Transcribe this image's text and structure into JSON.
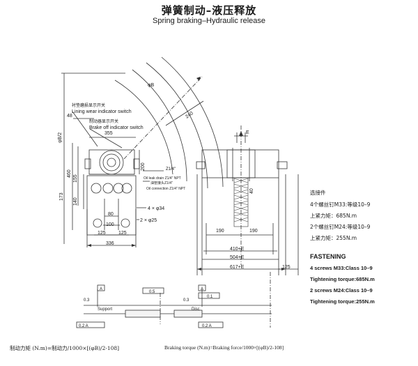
{
  "title_cn": "弹簧制动–液压释放",
  "title_en": "Spring braking–Hydraulic release",
  "left_view": {
    "lining_cn": "衬垫磨损显示开关",
    "lining_en": "Lining wear indicator switch",
    "brake_cn": "制动器显示开关",
    "brake_en": "Brake off indicator switch",
    "phiB": "φB",
    "phiB2": "φB/2",
    "d240": "240",
    "d355": "355",
    "d48": "48",
    "d200": "200",
    "d460": "460",
    "d155": "155",
    "d140": "140",
    "d173": "173",
    "d80": "80",
    "d100": "100",
    "d125a": "125",
    "d125b": "125",
    "d336": "336",
    "holes34": "4 × φ34",
    "holes25": "2 × φ25",
    "z14": "Z1/4\"",
    "oil_leak_cn": "Oil leak drain Z1/4\" NPT",
    "oil_conn_cn": "油管接头Z1/4\"",
    "oil_conn_en": "Oil connection Z1/4\" NPT"
  },
  "right_view": {
    "E": "E",
    "d40": "40",
    "d190a": "190",
    "d190b": "190",
    "d410": "410+E",
    "d504": "504+E",
    "d617": "617+E",
    "d125": "125"
  },
  "options_cn": {
    "title": "选接件",
    "line1": "4个螺丝钉M33:等级10–9",
    "line2": "上紧力矩：685N.m",
    "line3": "2个螺丝钉M24:等级10–9",
    "line4": "上紧力矩：255N.m"
  },
  "fastening": {
    "title": "FASTENING",
    "line1": "4 screws M33:Class 10–9",
    "line2": "Tightening torque:685N.m",
    "line3": "2 screws M24:Class 10–9",
    "line4": "Tightening torque:255N.m"
  },
  "tolerance": {
    "box1": "0.5",
    "box2": "0.1",
    "support": "Support",
    "disc": "Disc",
    "A": "A",
    "tol_a": "0.2 A",
    "tol_b": "0.2 A",
    "flat": "0.3",
    "flat2": "0.3"
  },
  "formula": {
    "cn": "制动力矩 (N.m)=制动力/1000×[(φB)/2-108]",
    "en": "Braking torque (N.m)=Braking force/1000×[(φB)/2-108]"
  }
}
